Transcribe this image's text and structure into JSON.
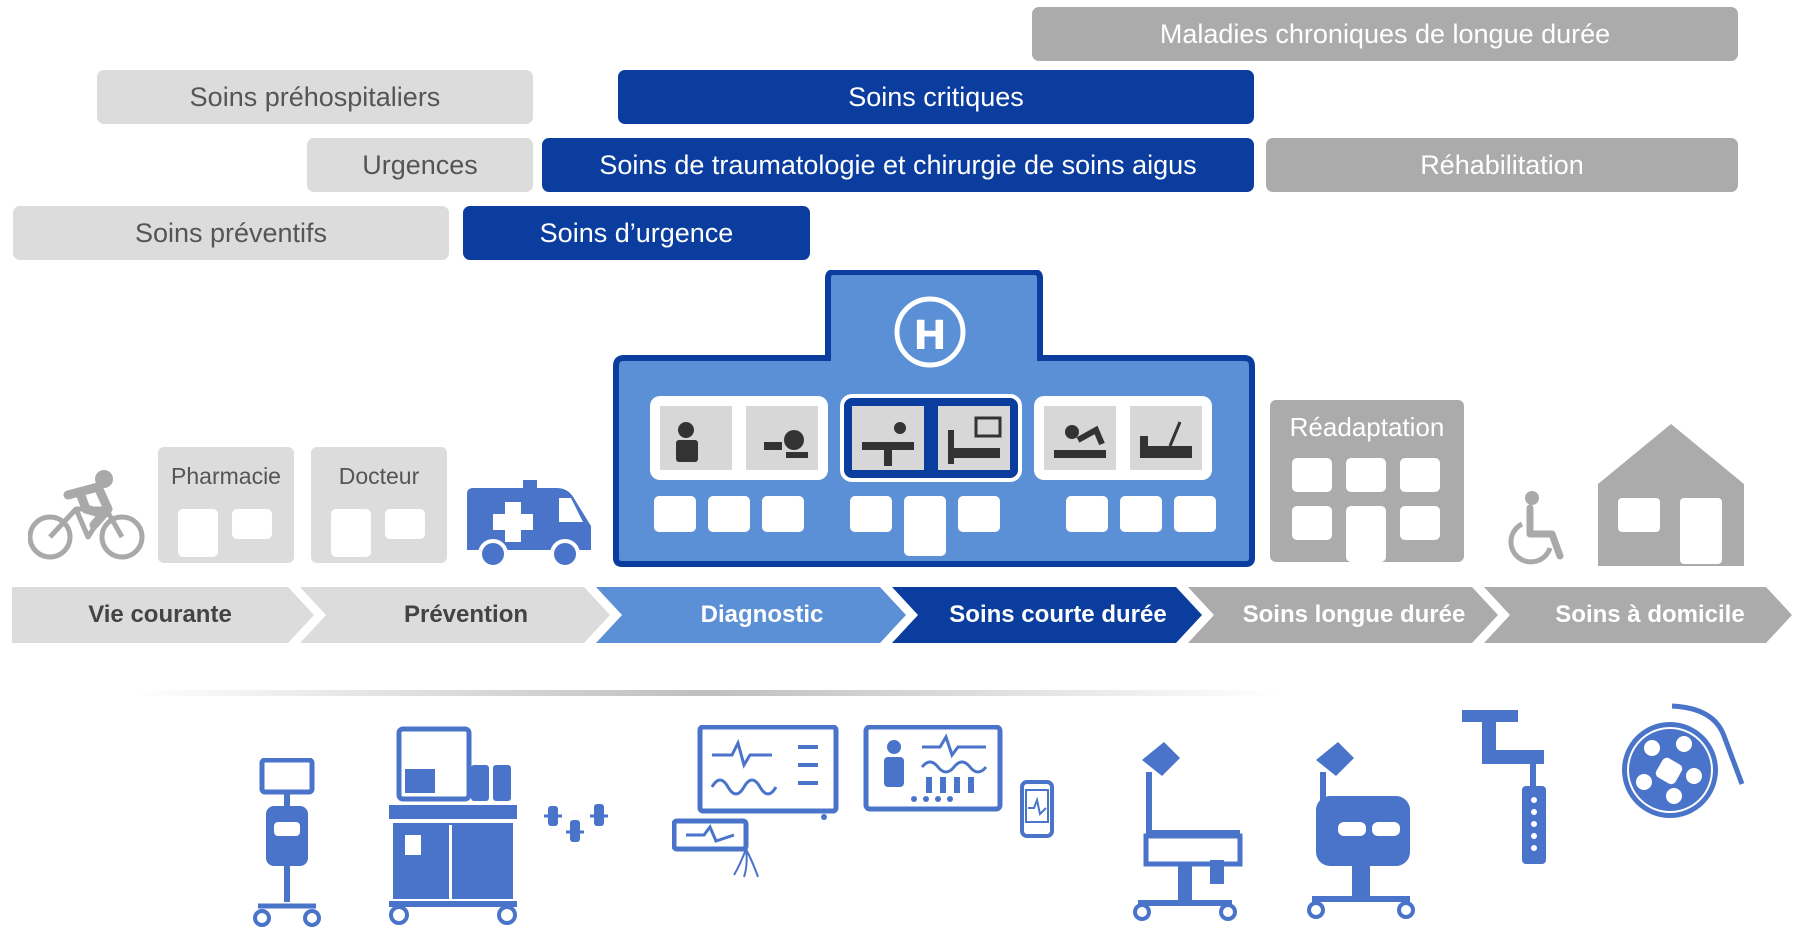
{
  "care_bars": {
    "maladies_chroniques": "Maladies chroniques de longue durée",
    "soins_prehospitaliers": "Soins préhospitaliers",
    "soins_critiques": "Soins critiques",
    "urgences": "Urgences",
    "soins_traumatologie": "Soins de traumatologie et chirurgie de soins aigus",
    "rehabilitation": "Réhabilitation",
    "soins_preventifs": "Soins préventifs",
    "soins_urgence": "Soins d’urgence"
  },
  "buildings": {
    "pharmacie": "Pharmacie",
    "docteur": "Docteur",
    "readaptation": "Réadaptation",
    "hospital_sign": "H"
  },
  "pathway": {
    "stages": [
      "Vie courante",
      "Prévention",
      "Diagnostic",
      "Soins courte durée",
      "Soins longue durée",
      "Soins à domicile"
    ]
  },
  "colors": {
    "dark_blue": "#0b3d9e",
    "mid_blue": "#5b8fd6",
    "light_gray": "#dcdcdc",
    "mid_gray": "#ababab",
    "icon_blue": "#4a74c9"
  },
  "icons": [
    "cyclist-icon",
    "ambulance-icon",
    "wheelchair-icon",
    "home-icon",
    "ventilator-icon",
    "anesthesia-machine-icon",
    "patient-monitor-icon",
    "central-monitor-icon",
    "mobile-monitor-icon",
    "infant-warmer-icon",
    "incubator-icon",
    "ceiling-pendant-icon",
    "surgical-light-icon"
  ]
}
